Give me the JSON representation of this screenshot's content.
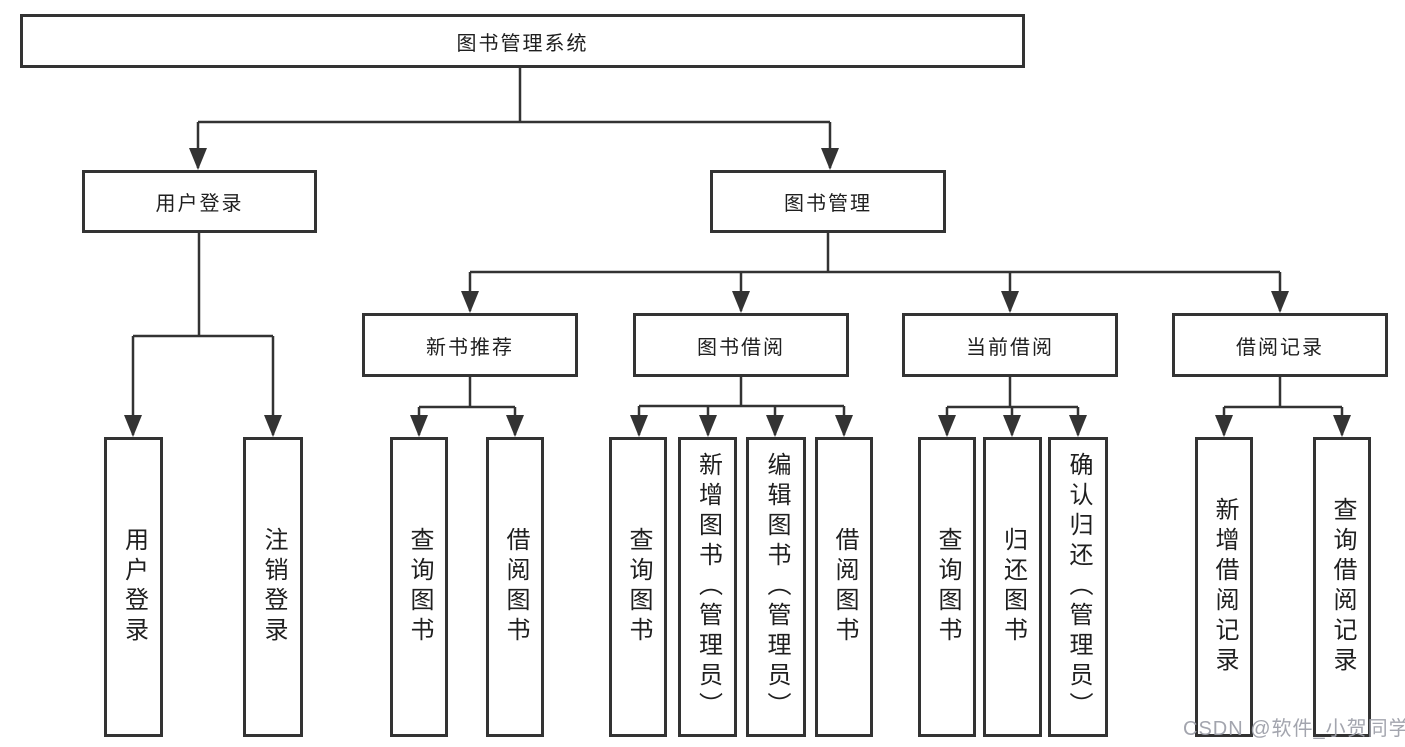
{
  "diagram": {
    "root": "图书管理系统",
    "branches": {
      "user_login": "用户登录",
      "book_mgmt": "图书管理"
    },
    "modules": {
      "new_book_rec": "新书推荐",
      "book_borrow": "图书借阅",
      "current_borrow": "当前借阅",
      "borrow_record": "借阅记录"
    },
    "leaves": {
      "user_login_1": "用户登录",
      "user_login_2": "注销登录",
      "new_book_rec_1": "查询图书",
      "new_book_rec_2": "借阅图书",
      "book_borrow_1": "查询图书",
      "book_borrow_2": "新增图书（管理员）",
      "book_borrow_3": "编辑图书（管理员）",
      "book_borrow_4": "借阅图书",
      "current_borrow_1": "查询图书",
      "current_borrow_2": "归还图书",
      "current_borrow_3": "确认归还（管理员）",
      "borrow_record_1": "新增借阅记录",
      "borrow_record_2": "查询借阅记录"
    },
    "line_color": "#333333"
  },
  "watermark": "CSDN @软件_小贺同学"
}
